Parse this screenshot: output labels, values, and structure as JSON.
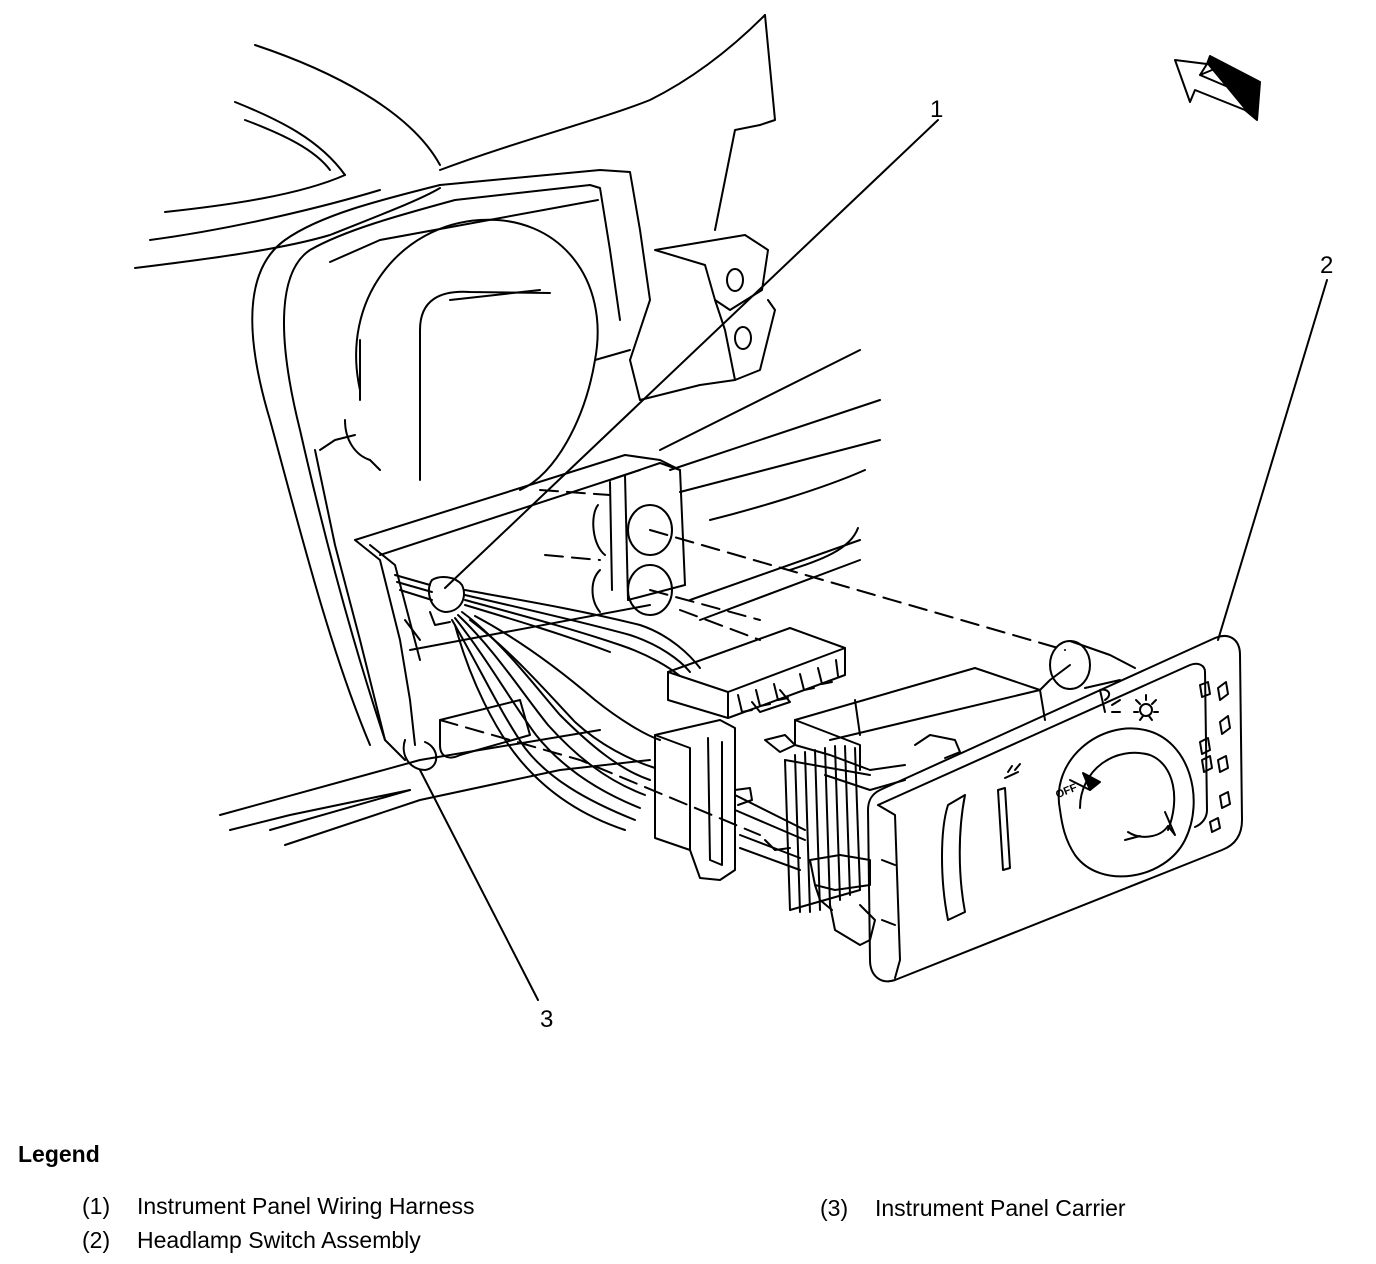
{
  "callouts": {
    "c1": "1",
    "c2": "2",
    "c3": "3"
  },
  "knob_text": {
    "off": "OFF"
  },
  "legend": {
    "title": "Legend",
    "items": [
      {
        "num": "(1)",
        "label": "Instrument Panel Wiring Harness"
      },
      {
        "num": "(2)",
        "label": "Headlamp Switch Assembly"
      },
      {
        "num": "(3)",
        "label": "Instrument Panel Carrier"
      }
    ]
  }
}
